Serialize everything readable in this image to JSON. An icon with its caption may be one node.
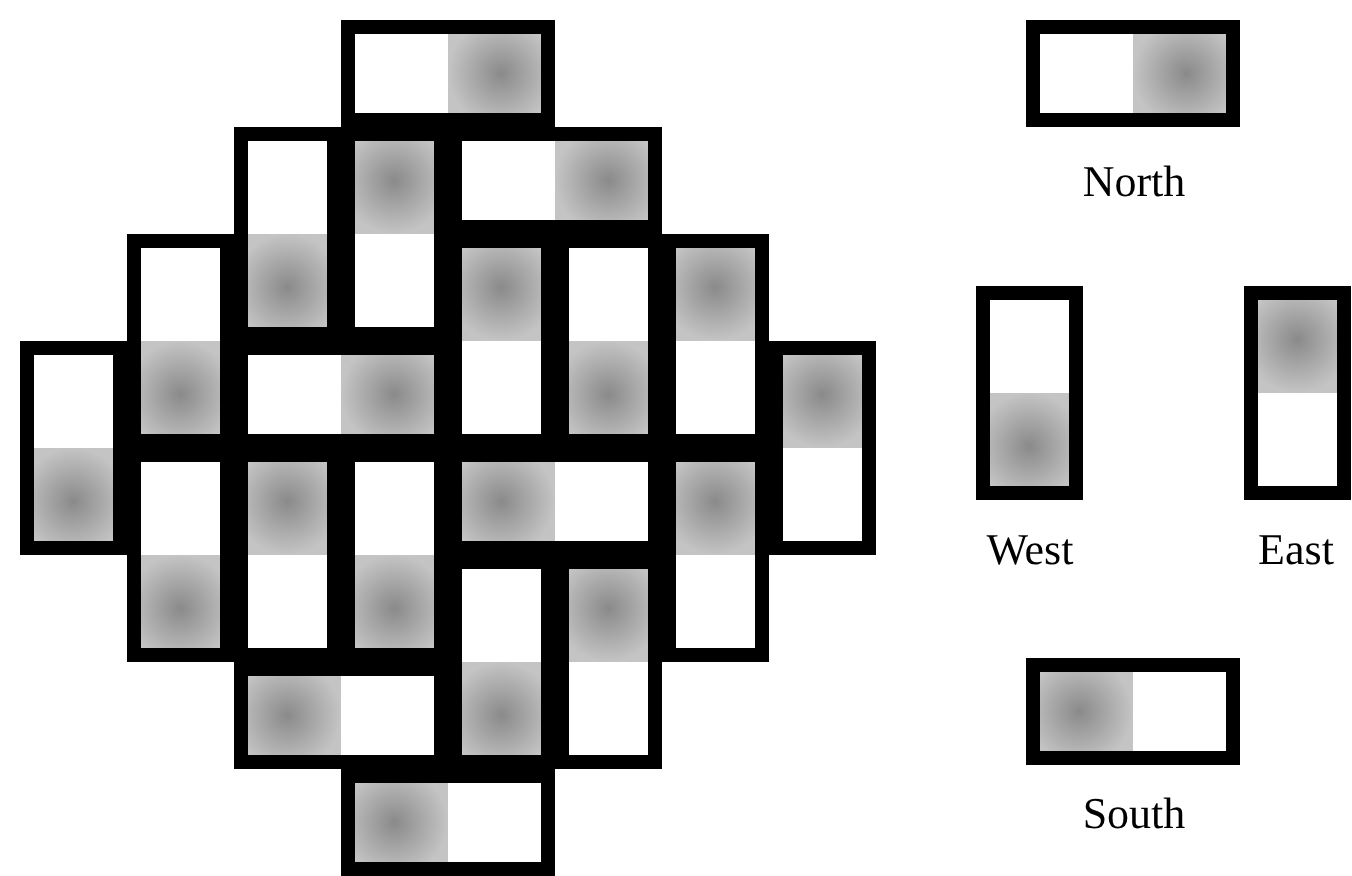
{
  "diagram": {
    "legend": [
      {
        "text": "North"
      },
      {
        "text": "West"
      },
      {
        "text": "East"
      },
      {
        "text": "South"
      }
    ]
  }
}
